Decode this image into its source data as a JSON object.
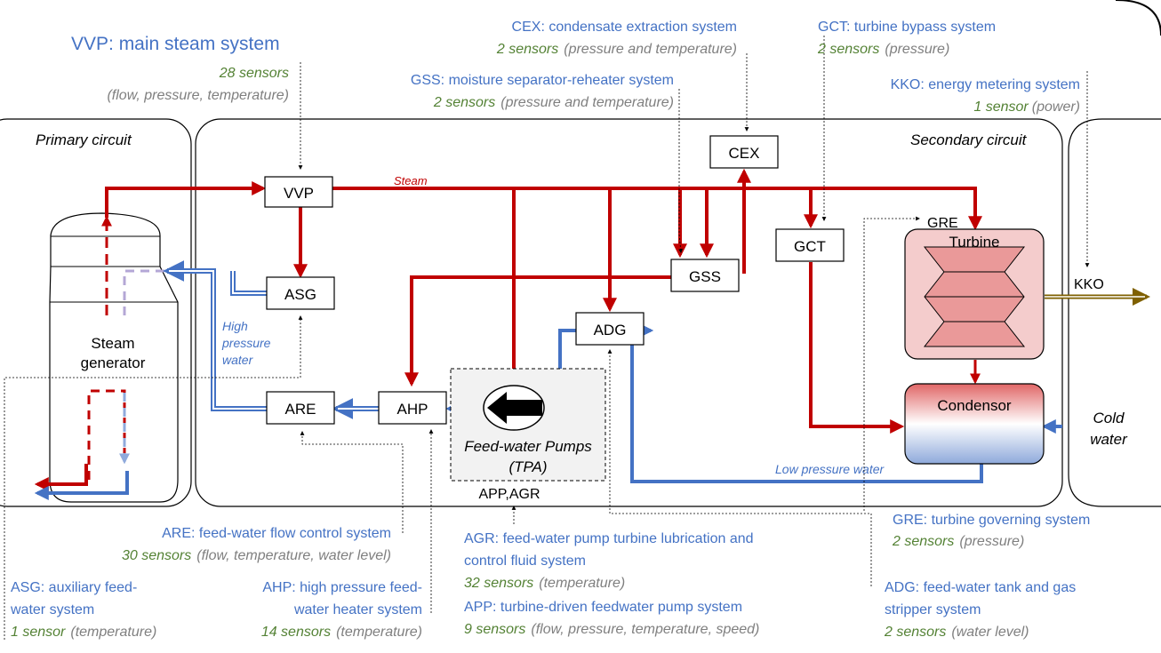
{
  "colors": {
    "steam": "#c00000",
    "water": "#4472c4",
    "energy": "#7f6000",
    "system_label": "#4472c4",
    "sensor_count": "#548235",
    "sensor_type": "#7f7f7f"
  },
  "regions": {
    "primary": "Primary circuit",
    "secondary": "Secondary circuit"
  },
  "components": {
    "vvp": "VVP",
    "asg": "ASG",
    "are": "ARE",
    "ahp": "AHP",
    "adg": "ADG",
    "gss": "GSS",
    "cex": "CEX",
    "gct": "GCT",
    "turbine": "Turbine",
    "condensor": "Condensor",
    "steam_generator_line1": "Steam",
    "steam_generator_line2": "generator",
    "pumps_line1": "Feed-water Pumps",
    "pumps_line2": "(TPA)",
    "pumps_sub": "APP,AGR",
    "gre": "GRE",
    "kko": "KKO"
  },
  "flow_labels": {
    "steam": "Steam",
    "hp_water_1": "High",
    "hp_water_2": "pressure",
    "hp_water_3": "water",
    "lp_water": "Low pressure water",
    "cold_water_1": "Cold",
    "cold_water_2": "water"
  },
  "annotations": {
    "vvp": {
      "name": "VVP: main steam system",
      "count": "28 sensors",
      "type": "(flow,  pressure, temperature)"
    },
    "cex": {
      "name": "CEX: condensate extraction system",
      "count": "2 sensors",
      "type": "(pressure and temperature)"
    },
    "gss": {
      "name": "GSS: moisture separator-reheater system",
      "count": "2 sensors",
      "type": "(pressure and temperature)"
    },
    "gct": {
      "name": "GCT: turbine bypass system",
      "count": "2 sensors",
      "type": "(pressure)"
    },
    "kko": {
      "name": "KKO: energy metering system",
      "count": "1 sensor",
      "type": "(power)"
    },
    "are": {
      "name": "ARE: feed-water flow control system",
      "count": "30 sensors",
      "type": "(flow, temperature, water level)"
    },
    "asg": {
      "name_1": "ASG: auxiliary feed-",
      "name_2": "water system",
      "count": "1 sensor",
      "type": "(temperature)"
    },
    "ahp": {
      "name_1": "AHP: high pressure feed-",
      "name_2": "water heater system",
      "count": "14 sensors",
      "type": "(temperature)"
    },
    "agr": {
      "name_1": "AGR: feed-water pump turbine lubrication and",
      "name_2": "control fluid system",
      "count": "32 sensors",
      "type": "(temperature)"
    },
    "app": {
      "name": "APP: turbine-driven feedwater pump system",
      "count": "9 sensors",
      "type": "(flow,  pressure, temperature, speed)"
    },
    "gre": {
      "name": "GRE: turbine governing system",
      "count": "2 sensors",
      "type": "(pressure)"
    },
    "adg": {
      "name_1": "ADG: feed-water tank and gas",
      "name_2": "stripper system",
      "count": "2 sensors",
      "type": "(water level)"
    }
  }
}
